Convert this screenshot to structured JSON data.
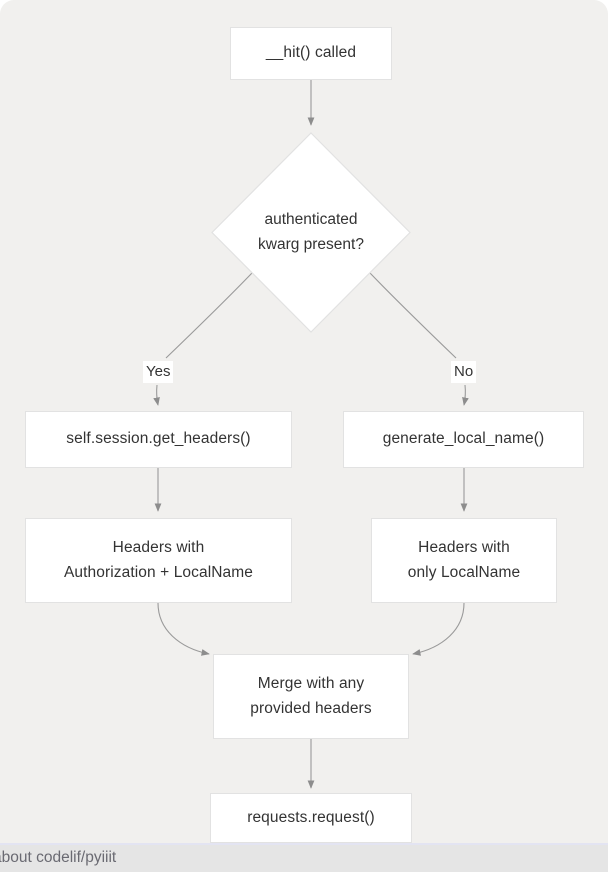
{
  "canvas": {
    "background": "#f1f0ee",
    "node_fill": "#ffffff",
    "node_border": "#e2e2e2",
    "text_color": "#333333",
    "edge_color": "#9a9a9a"
  },
  "diagram": {
    "type": "flowchart",
    "direction": "top-down",
    "nodes": [
      {
        "id": "start",
        "shape": "rect",
        "label": "__hit() called"
      },
      {
        "id": "decision",
        "shape": "diamond",
        "label": "authenticated\nkwarg present?"
      },
      {
        "id": "yes_call",
        "shape": "rect",
        "label": "self.session.get_headers()"
      },
      {
        "id": "no_call",
        "shape": "rect",
        "label": "generate_local_name()"
      },
      {
        "id": "yes_res",
        "shape": "rect",
        "label": "Headers with\nAuthorization + LocalName"
      },
      {
        "id": "no_res",
        "shape": "rect",
        "label": "Headers with\nonly LocalName"
      },
      {
        "id": "merge",
        "shape": "rect",
        "label": "Merge with any\nprovided headers"
      },
      {
        "id": "final",
        "shape": "rect",
        "label": "requests.request()"
      }
    ],
    "edges": [
      {
        "from": "start",
        "to": "decision",
        "label": ""
      },
      {
        "from": "decision",
        "to": "yes_call",
        "label": "Yes"
      },
      {
        "from": "decision",
        "to": "no_call",
        "label": "No"
      },
      {
        "from": "yes_call",
        "to": "yes_res",
        "label": ""
      },
      {
        "from": "no_call",
        "to": "no_res",
        "label": ""
      },
      {
        "from": "yes_res",
        "to": "merge",
        "label": ""
      },
      {
        "from": "no_res",
        "to": "merge",
        "label": ""
      },
      {
        "from": "merge",
        "to": "final",
        "label": ""
      }
    ]
  },
  "footer": {
    "text": "about codelif/pyiiit"
  }
}
